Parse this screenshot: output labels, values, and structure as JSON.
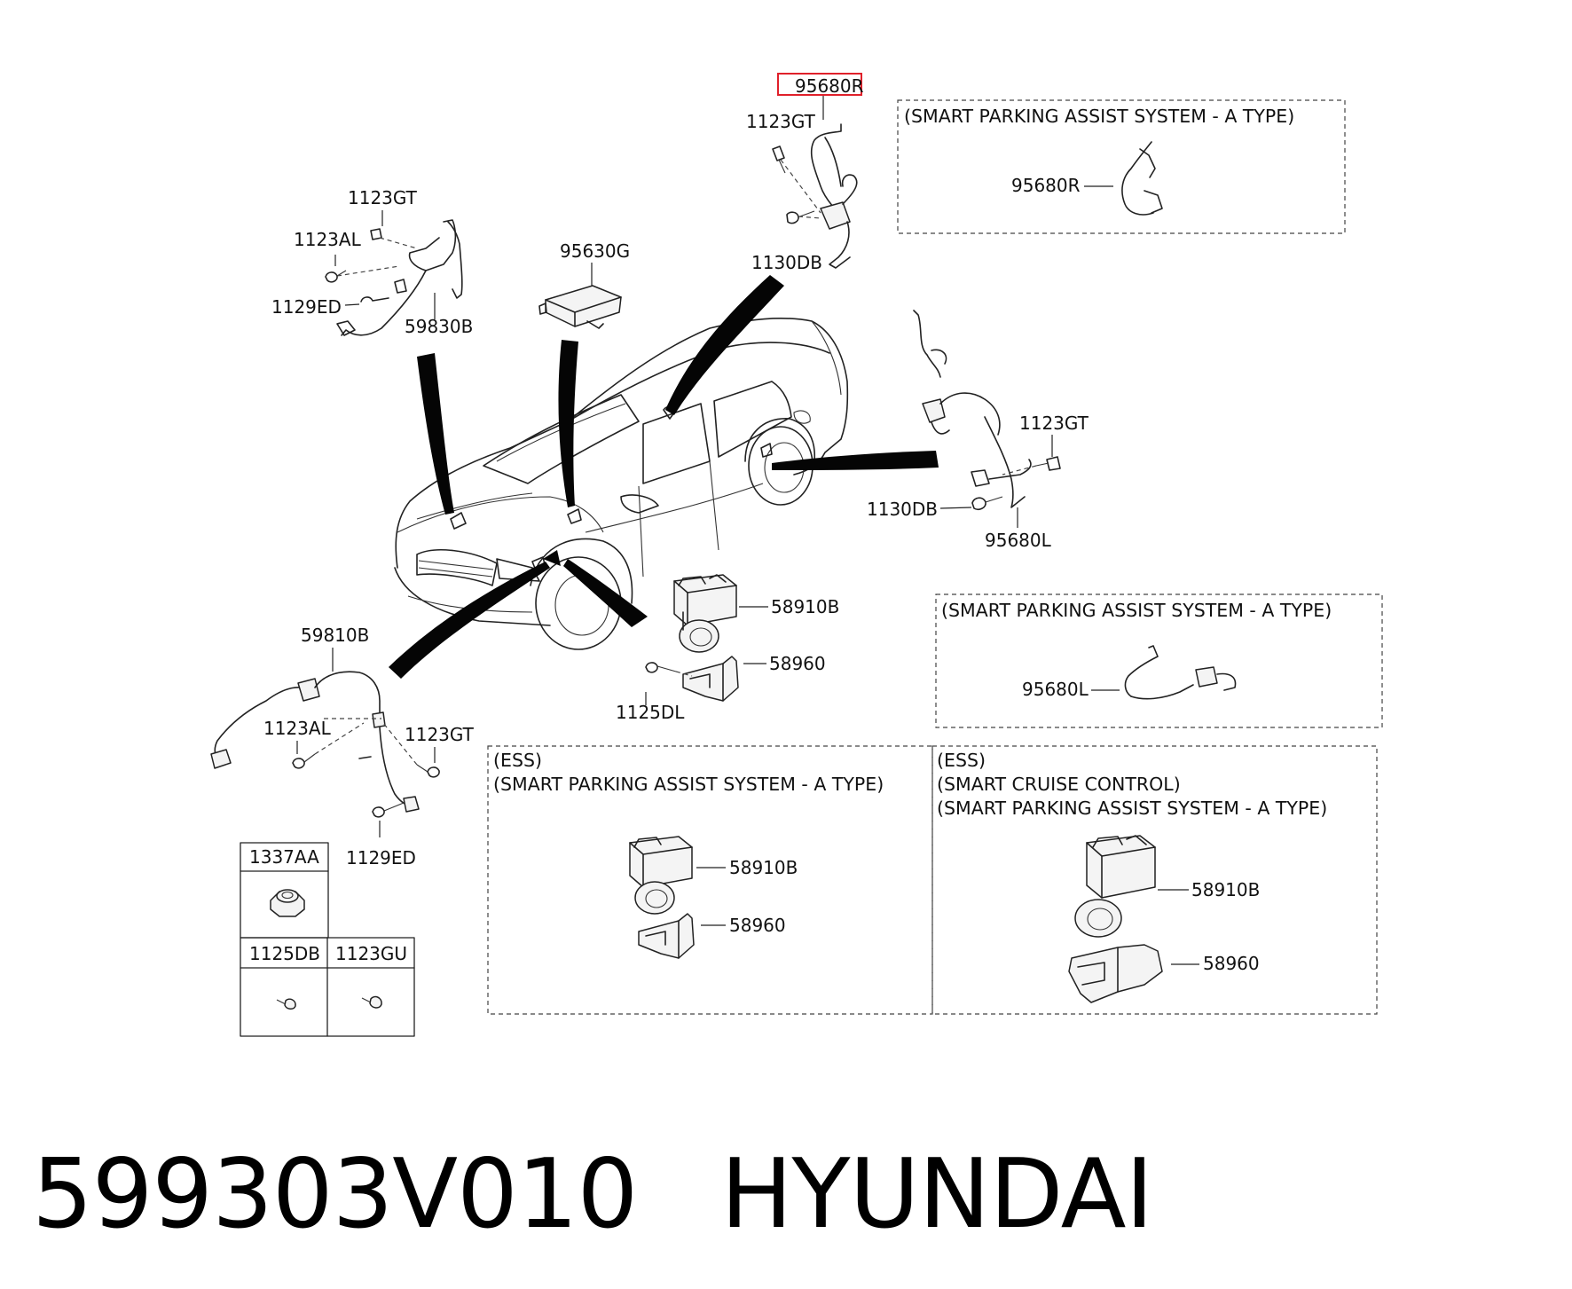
{
  "labels": {
    "p95680R_top": "95680R",
    "p1123GT_top": "1123GT",
    "p1130DB_top": "1130DB",
    "p1123GT_left": "1123GT",
    "p1123AL_left": "1123AL",
    "p1129ED_left": "1129ED",
    "p59830B": "59830B",
    "p95630G": "95630G",
    "p1123GT_right": "1123GT",
    "p1130DB_right": "1130DB",
    "p95680L": "95680L",
    "p58910B": "58910B",
    "p58960": "58960",
    "p1125DL": "1125DL",
    "p59810B": "59810B",
    "p1123AL_low": "1123AL",
    "p1123GT_low": "1123GT",
    "p1129ED_low": "1129ED"
  },
  "boxes": {
    "spas_top": {
      "title": "(SMART PARKING ASSIST SYSTEM - A TYPE)",
      "part": "95680R"
    },
    "spas_mid": {
      "title": "(SMART PARKING ASSIST SYSTEM - A TYPE)",
      "part": "95680L"
    },
    "ess_left": {
      "line1": "(ESS)",
      "line2": "(SMART PARKING ASSIST SYSTEM - A TYPE)",
      "part1": "58910B",
      "part2": "58960"
    },
    "ess_right": {
      "line1": "(ESS)",
      "line2": "(SMART CRUISE CONTROL)",
      "line3": "(SMART PARKING ASSIST SYSTEM - A TYPE)",
      "part1": "58910B",
      "part2": "58960"
    }
  },
  "hardware_table": {
    "cells": [
      "1337AA",
      "1125DB",
      "1123GU"
    ]
  },
  "footer": {
    "part_number": "599303V010",
    "brand": "HYUNDAI"
  },
  "highlight_color": "#e0202a"
}
